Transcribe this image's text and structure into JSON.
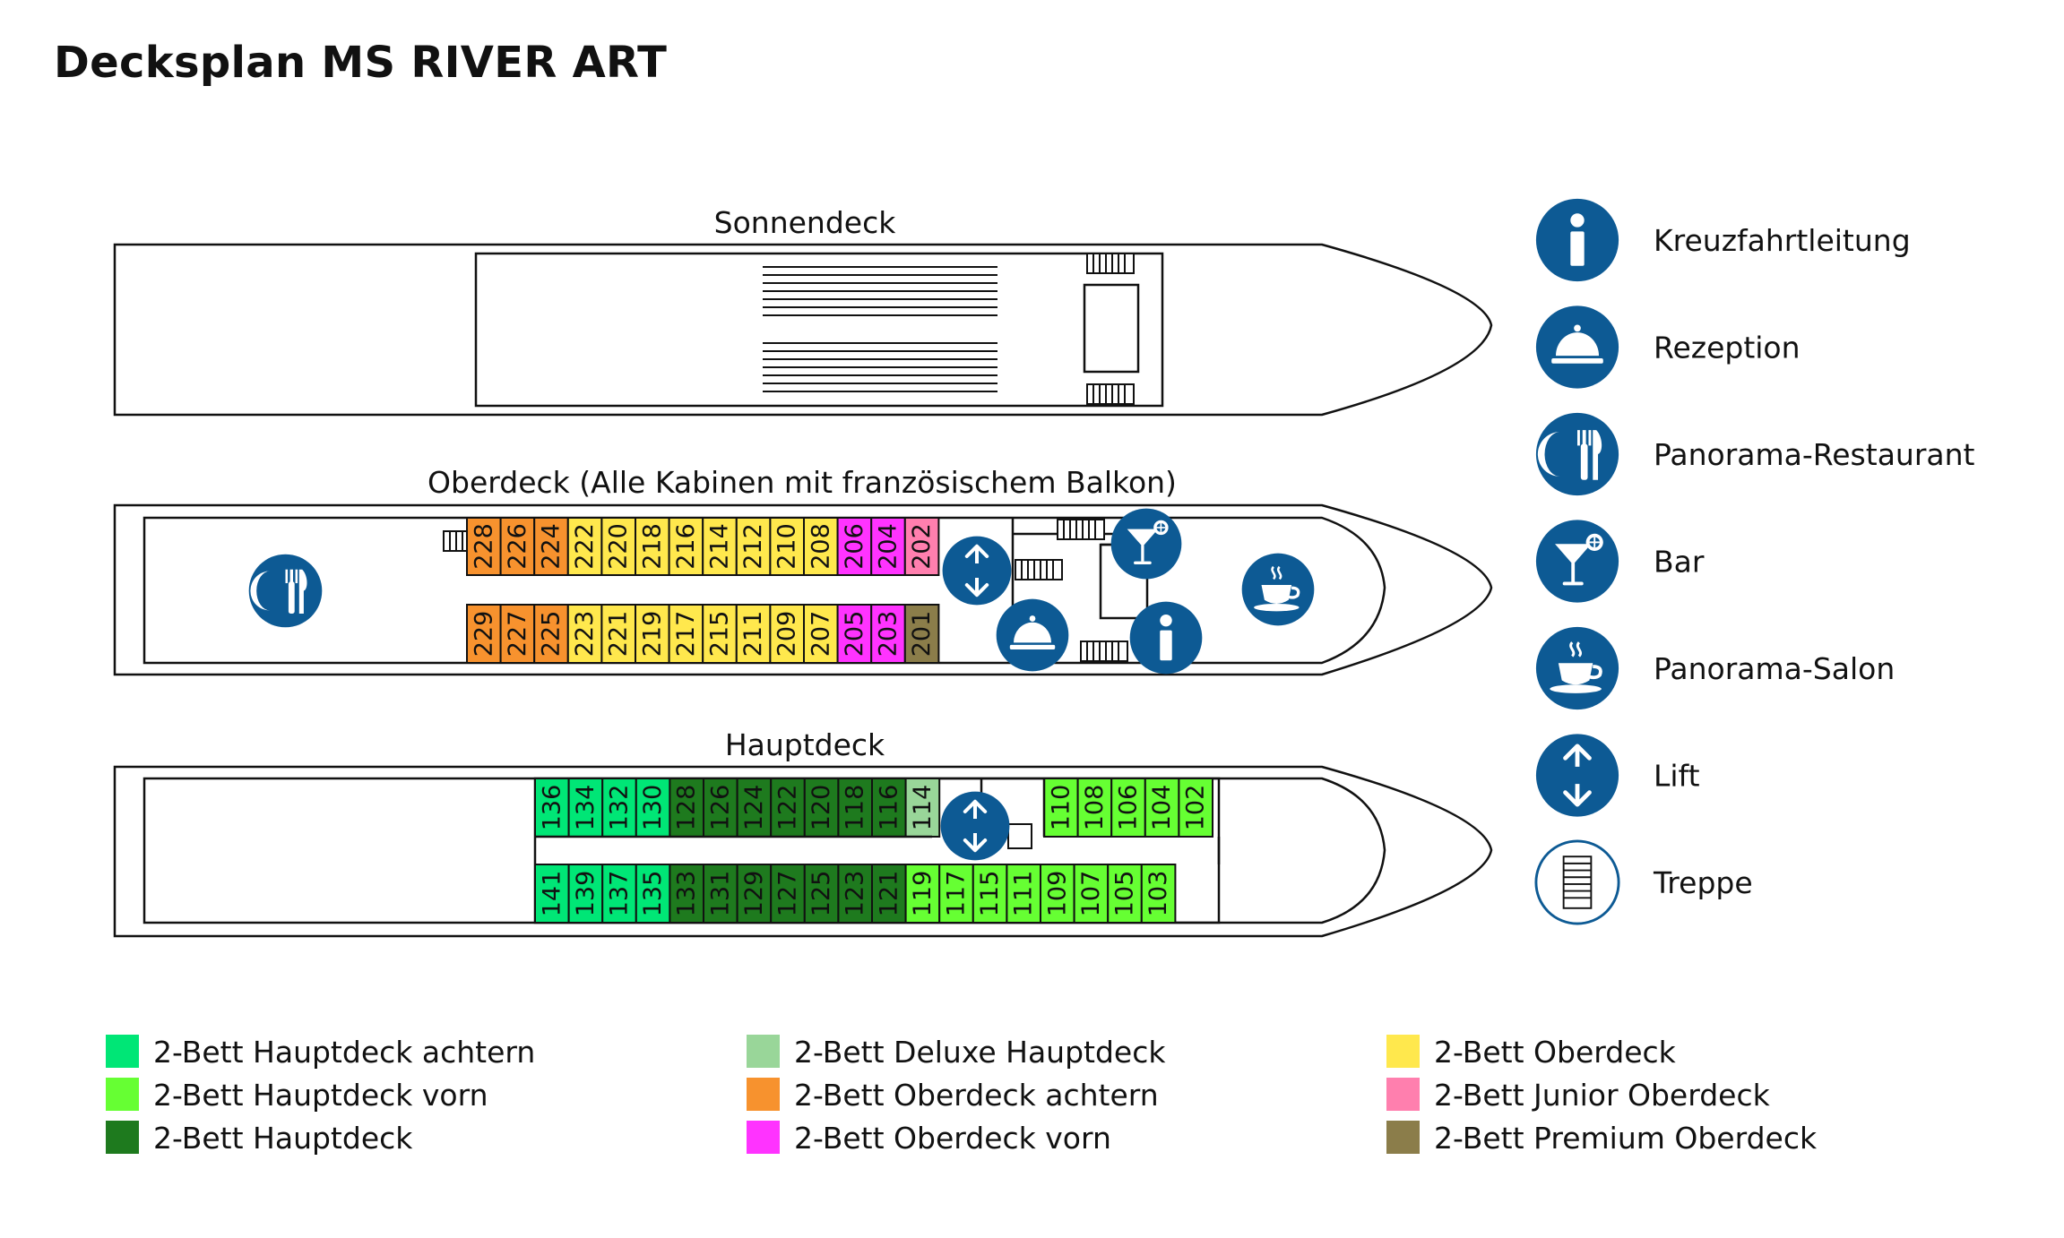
{
  "title": "Decksplan MS RIVER ART",
  "decks": {
    "sonnendeck": "Sonnendeck",
    "oberdeck": "Oberdeck (Alle Kabinen mit französischem Balkon)",
    "hauptdeck": "Hauptdeck"
  },
  "colors": {
    "icon_blue": "#0d5a94",
    "hauptdeck_achtern": "#00e676",
    "hauptdeck_vorn": "#66ff33",
    "hauptdeck": "#1e7a1e",
    "deluxe_hauptdeck": "#99d699",
    "oberdeck_achtern": "#f7922e",
    "oberdeck_vorn": "#ff33ff",
    "oberdeck": "#ffe84d",
    "junior_oberdeck": "#ff7fae",
    "premium_oberdeck": "#8b7d4a"
  },
  "cabins": {
    "ober_top": [
      {
        "n": "228",
        "c": "oberdeck_achtern"
      },
      {
        "n": "226",
        "c": "oberdeck_achtern"
      },
      {
        "n": "224",
        "c": "oberdeck_achtern"
      },
      {
        "n": "222",
        "c": "oberdeck"
      },
      {
        "n": "220",
        "c": "oberdeck"
      },
      {
        "n": "218",
        "c": "oberdeck"
      },
      {
        "n": "216",
        "c": "oberdeck"
      },
      {
        "n": "214",
        "c": "oberdeck"
      },
      {
        "n": "212",
        "c": "oberdeck"
      },
      {
        "n": "210",
        "c": "oberdeck"
      },
      {
        "n": "208",
        "c": "oberdeck"
      },
      {
        "n": "206",
        "c": "oberdeck_vorn"
      },
      {
        "n": "204",
        "c": "oberdeck_vorn"
      },
      {
        "n": "202",
        "c": "junior_oberdeck"
      }
    ],
    "ober_bottom": [
      {
        "n": "229",
        "c": "oberdeck_achtern"
      },
      {
        "n": "227",
        "c": "oberdeck_achtern"
      },
      {
        "n": "225",
        "c": "oberdeck_achtern"
      },
      {
        "n": "223",
        "c": "oberdeck"
      },
      {
        "n": "221",
        "c": "oberdeck"
      },
      {
        "n": "219",
        "c": "oberdeck"
      },
      {
        "n": "217",
        "c": "oberdeck"
      },
      {
        "n": "215",
        "c": "oberdeck"
      },
      {
        "n": "211",
        "c": "oberdeck"
      },
      {
        "n": "209",
        "c": "oberdeck"
      },
      {
        "n": "207",
        "c": "oberdeck"
      },
      {
        "n": "205",
        "c": "oberdeck_vorn"
      },
      {
        "n": "203",
        "c": "oberdeck_vorn"
      },
      {
        "n": "201",
        "c": "premium_oberdeck"
      }
    ],
    "haupt_top_aft": [
      {
        "n": "136",
        "c": "hauptdeck_achtern"
      },
      {
        "n": "134",
        "c": "hauptdeck_achtern"
      },
      {
        "n": "132",
        "c": "hauptdeck_achtern"
      },
      {
        "n": "130",
        "c": "hauptdeck_achtern"
      },
      {
        "n": "128",
        "c": "hauptdeck"
      },
      {
        "n": "126",
        "c": "hauptdeck"
      },
      {
        "n": "124",
        "c": "hauptdeck"
      },
      {
        "n": "122",
        "c": "hauptdeck"
      },
      {
        "n": "120",
        "c": "hauptdeck"
      },
      {
        "n": "118",
        "c": "hauptdeck"
      },
      {
        "n": "116",
        "c": "hauptdeck"
      },
      {
        "n": "114",
        "c": "deluxe_hauptdeck"
      }
    ],
    "haupt_top_fwd": [
      {
        "n": "110",
        "c": "hauptdeck_vorn"
      },
      {
        "n": "108",
        "c": "hauptdeck_vorn"
      },
      {
        "n": "106",
        "c": "hauptdeck_vorn"
      },
      {
        "n": "104",
        "c": "hauptdeck_vorn"
      },
      {
        "n": "102",
        "c": "hauptdeck_vorn"
      }
    ],
    "haupt_bottom": [
      {
        "n": "141",
        "c": "hauptdeck_achtern"
      },
      {
        "n": "139",
        "c": "hauptdeck_achtern"
      },
      {
        "n": "137",
        "c": "hauptdeck_achtern"
      },
      {
        "n": "135",
        "c": "hauptdeck_achtern"
      },
      {
        "n": "133",
        "c": "hauptdeck"
      },
      {
        "n": "131",
        "c": "hauptdeck"
      },
      {
        "n": "129",
        "c": "hauptdeck"
      },
      {
        "n": "127",
        "c": "hauptdeck"
      },
      {
        "n": "125",
        "c": "hauptdeck"
      },
      {
        "n": "123",
        "c": "hauptdeck"
      },
      {
        "n": "121",
        "c": "hauptdeck"
      },
      {
        "n": "119",
        "c": "hauptdeck_vorn"
      },
      {
        "n": "117",
        "c": "hauptdeck_vorn"
      },
      {
        "n": "115",
        "c": "hauptdeck_vorn"
      },
      {
        "n": "111",
        "c": "hauptdeck_vorn"
      },
      {
        "n": "109",
        "c": "hauptdeck_vorn"
      },
      {
        "n": "107",
        "c": "hauptdeck_vorn"
      },
      {
        "n": "105",
        "c": "hauptdeck_vorn"
      },
      {
        "n": "103",
        "c": "hauptdeck_vorn"
      }
    ]
  },
  "icon_legend": [
    {
      "icon": "info-icon",
      "label": "Kreuzfahrtleitung"
    },
    {
      "icon": "reception-bell-icon",
      "label": "Rezeption"
    },
    {
      "icon": "restaurant-icon",
      "label": "Panorama-Restaurant"
    },
    {
      "icon": "cocktail-icon",
      "label": "Bar"
    },
    {
      "icon": "coffee-cup-icon",
      "label": "Panorama-Salon"
    },
    {
      "icon": "lift-icon",
      "label": "Lift"
    },
    {
      "icon": "stairs-icon",
      "label": "Treppe"
    }
  ],
  "color_legend": [
    {
      "c": "hauptdeck_achtern",
      "label": "2-Bett Hauptdeck achtern"
    },
    {
      "c": "hauptdeck_vorn",
      "label": "2-Bett Hauptdeck vorn"
    },
    {
      "c": "hauptdeck",
      "label": "2-Bett Hauptdeck"
    },
    {
      "c": "deluxe_hauptdeck",
      "label": "2-Bett Deluxe Hauptdeck"
    },
    {
      "c": "oberdeck_achtern",
      "label": "2-Bett Oberdeck achtern"
    },
    {
      "c": "oberdeck_vorn",
      "label": "2-Bett Oberdeck vorn"
    },
    {
      "c": "oberdeck",
      "label": "2-Bett Oberdeck"
    },
    {
      "c": "junior_oberdeck",
      "label": "2-Bett Junior Oberdeck"
    },
    {
      "c": "premium_oberdeck",
      "label": "2-Bett Premium Oberdeck"
    }
  ]
}
